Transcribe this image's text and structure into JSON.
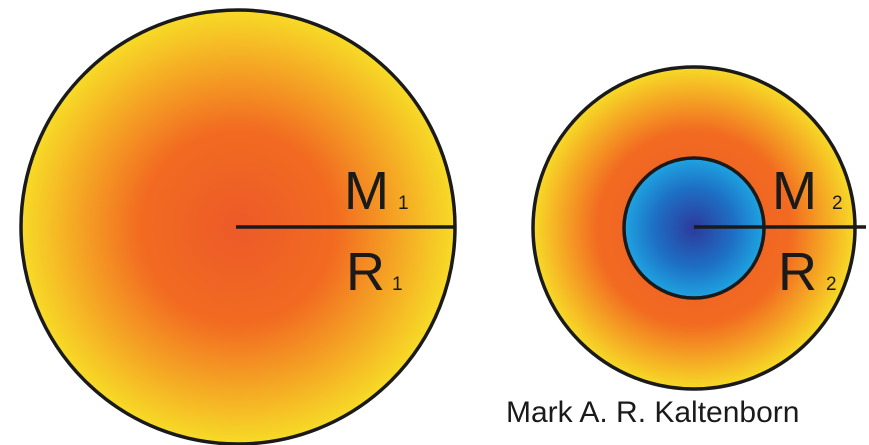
{
  "colors": {
    "core_center": "#ec5a28",
    "core_mid": "#f26b21",
    "edge_yellow": "#f7dc27",
    "ice_center": "#2d3a9c",
    "ice_mid": "#1d6fc4",
    "ice_edge": "#1fa7e3",
    "outline": "#1a1a1a",
    "background": "#ffffff"
  },
  "body1": {
    "mass_label": "M",
    "mass_subscript": "1",
    "radius_label": "R",
    "radius_subscript": "1"
  },
  "body2": {
    "mass_label": "M",
    "mass_subscript": "2",
    "radius_label": "R",
    "radius_subscript": "2"
  },
  "credit": "Mark A. R. Kaltenborn"
}
